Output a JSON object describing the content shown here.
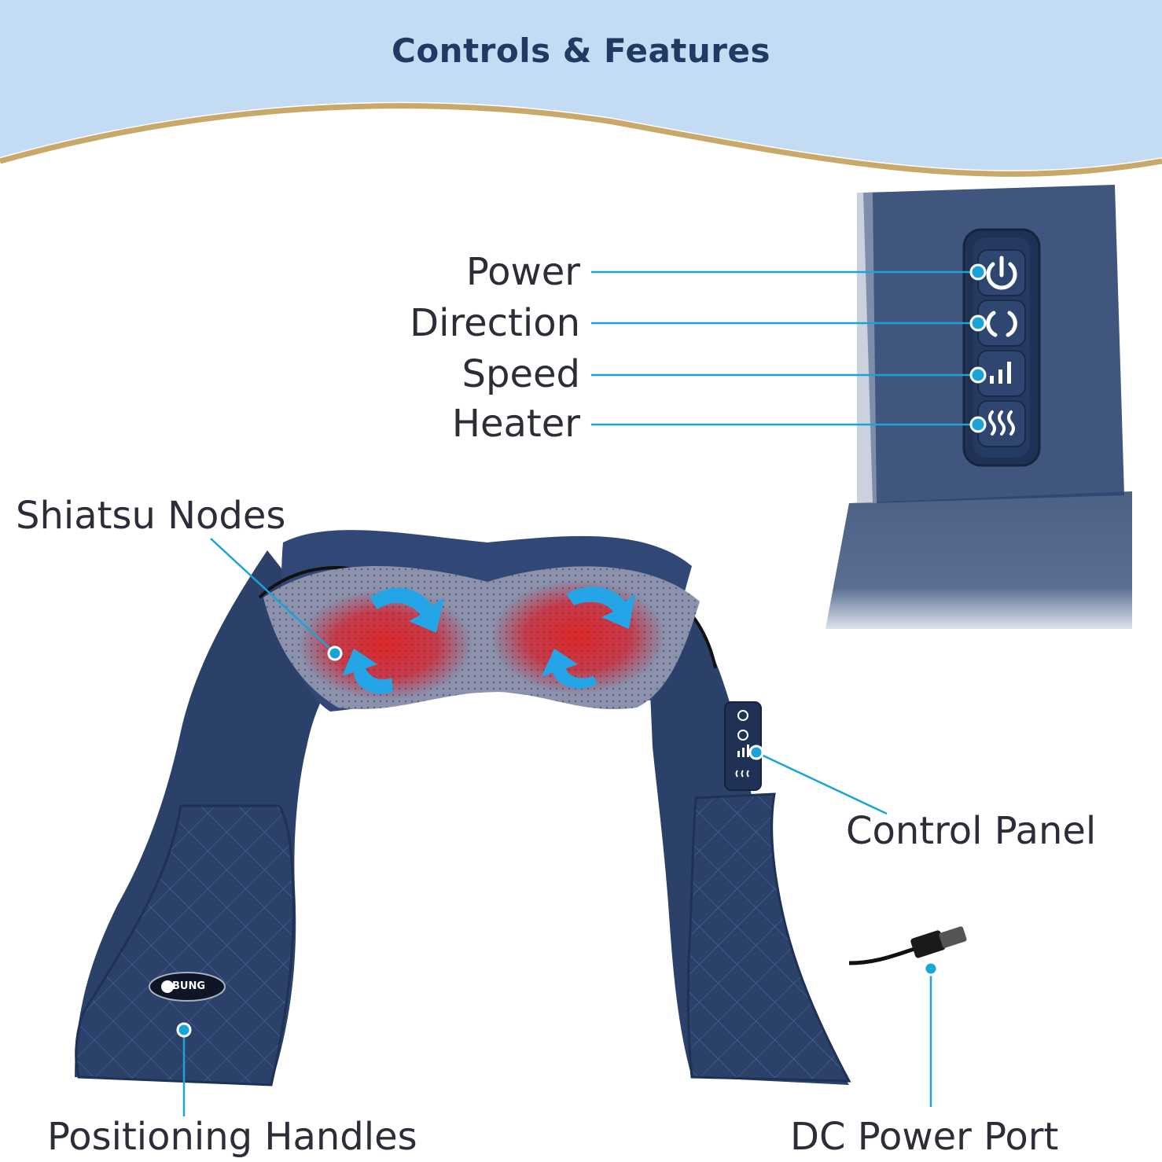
{
  "header": {
    "title": "Controls & Features",
    "band_color": "#c3dcf3",
    "accent_color": "#c9a96a"
  },
  "controls": {
    "power_label": "Power",
    "direction_label": "Direction",
    "speed_label": "Speed",
    "heater_label": "Heater",
    "icons": [
      "power-icon",
      "direction-icon",
      "speed-icon",
      "heater-icon"
    ]
  },
  "callouts": {
    "shiatsu_nodes": "Shiatsu Nodes",
    "control_panel": "Control Panel",
    "positioning_handles": "Positioning Handles",
    "dc_power_port": "DC Power Port"
  },
  "product": {
    "logo_text": "BUNG",
    "body_color": "#2a3f66",
    "pointer_color": "#1aa3d9"
  }
}
